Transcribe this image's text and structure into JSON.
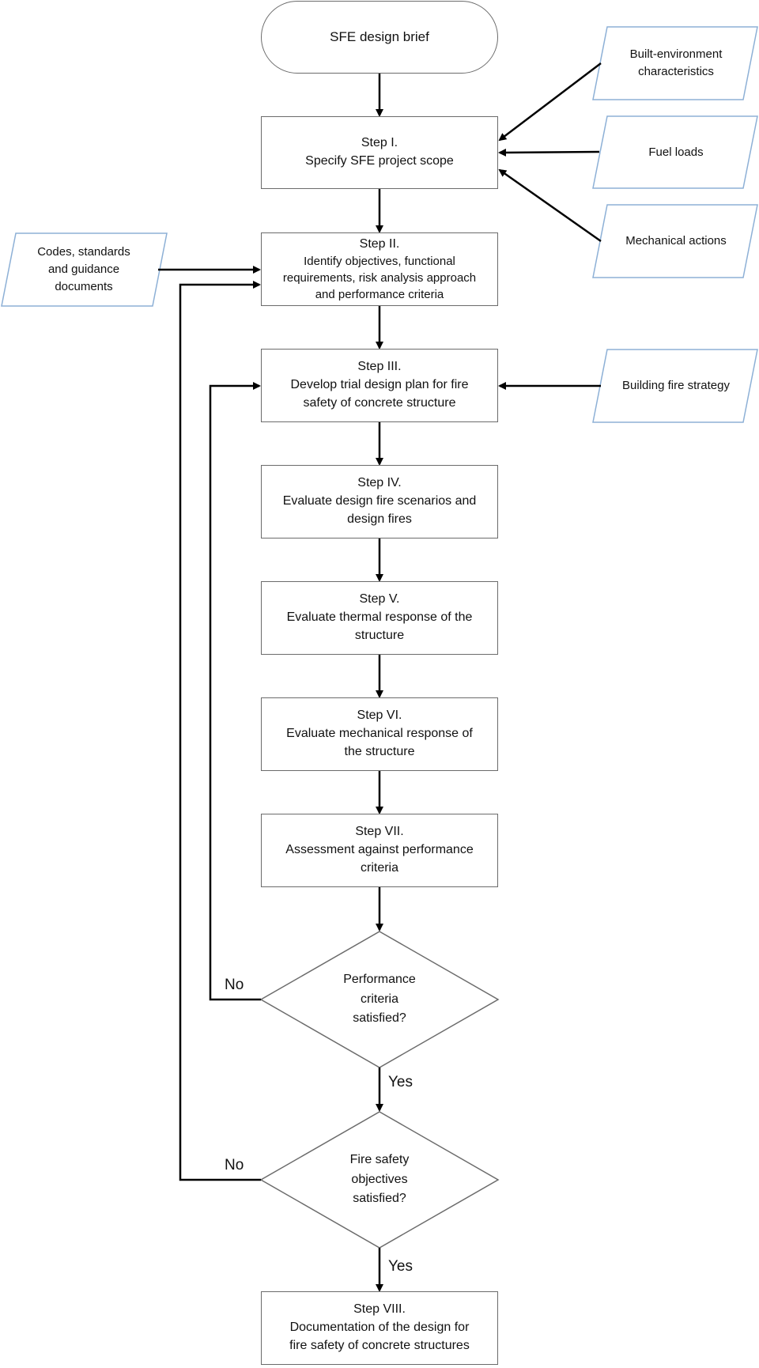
{
  "start": {
    "label": "SFE design brief"
  },
  "steps": [
    {
      "title": "Step I.",
      "lines": [
        "Specify SFE project scope"
      ]
    },
    {
      "title": "Step II.",
      "lines": [
        "Identify objectives, functional",
        "requirements, risk analysis approach",
        "and performance criteria"
      ]
    },
    {
      "title": "Step III.",
      "lines": [
        "Develop trial design plan for fire",
        "safety of concrete structure"
      ]
    },
    {
      "title": "Step IV.",
      "lines": [
        "Evaluate design fire scenarios and",
        "design fires"
      ]
    },
    {
      "title": "Step V.",
      "lines": [
        "Evaluate thermal response of the",
        "structure"
      ]
    },
    {
      "title": "Step VI.",
      "lines": [
        "Evaluate mechanical response of",
        "the structure"
      ]
    },
    {
      "title": "Step VII.",
      "lines": [
        "Assessment against performance",
        "criteria"
      ]
    },
    {
      "title": "Step VIII.",
      "lines": [
        "Documentation of the design for",
        "fire safety of concrete structures"
      ]
    }
  ],
  "inputs": [
    {
      "lines": [
        "Built-environment",
        "characteristics"
      ]
    },
    {
      "lines": [
        "Fuel loads"
      ]
    },
    {
      "lines": [
        "Mechanical actions"
      ]
    },
    {
      "lines": [
        "Codes, standards",
        "and guidance",
        "documents"
      ]
    },
    {
      "lines": [
        "Building fire strategy"
      ]
    }
  ],
  "decisions": [
    {
      "lines": [
        "Performance",
        "criteria",
        "satisfied?"
      ],
      "yes_label": "Yes",
      "no_label": "No"
    },
    {
      "lines": [
        "Fire safety",
        "objectives",
        "satisfied?"
      ],
      "yes_label": "Yes",
      "no_label": "No"
    }
  ],
  "colors": {
    "input_border": "#8db0d6",
    "box_border": "#6b6b6b",
    "arrow": "#000000"
  }
}
